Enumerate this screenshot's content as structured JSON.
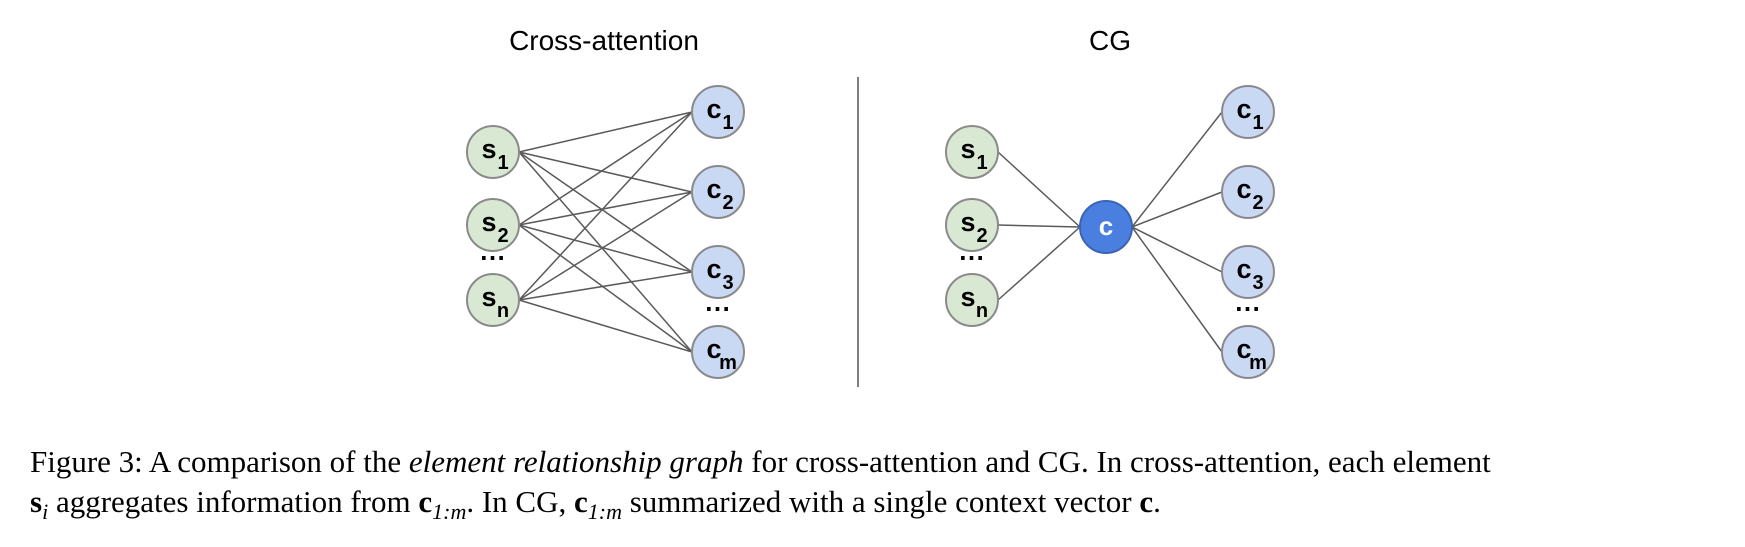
{
  "colors": {
    "source_node_fill": "#d9e8d2",
    "source_node_stroke": "#8a8a8a",
    "context_node_fill": "#c9d8f3",
    "context_node_stroke": "#8a8a8a",
    "central_node_fill": "#4a7fe0",
    "central_node_text": "#ffffff",
    "edge": "#5a5a5a",
    "divider": "#555555"
  },
  "left_panel": {
    "title": "Cross-attention",
    "source_nodes": [
      {
        "base": "s",
        "sub": "1"
      },
      {
        "base": "s",
        "sub": "2"
      },
      {
        "base": "s",
        "sub": "n"
      }
    ],
    "source_ellipsis": "⋯",
    "context_nodes": [
      {
        "base": "c",
        "sub": "1"
      },
      {
        "base": "c",
        "sub": "2"
      },
      {
        "base": "c",
        "sub": "3"
      },
      {
        "base": "c",
        "sub": "m"
      }
    ],
    "context_ellipsis": "⋯"
  },
  "right_panel": {
    "title": "CG",
    "source_nodes": [
      {
        "base": "s",
        "sub": "1"
      },
      {
        "base": "s",
        "sub": "2"
      },
      {
        "base": "s",
        "sub": "n"
      }
    ],
    "source_ellipsis": "⋯",
    "central_node": "c",
    "context_nodes": [
      {
        "base": "c",
        "sub": "1"
      },
      {
        "base": "c",
        "sub": "2"
      },
      {
        "base": "c",
        "sub": "3"
      },
      {
        "base": "c",
        "sub": "m"
      }
    ],
    "context_ellipsis": "⋯"
  },
  "caption": {
    "line1_prefix": "Figure 3: A comparison of the ",
    "line1_italic": "element relationship graph",
    "line1_suffix": " for cross-attention and CG. In cross-attention, each element",
    "line2_s": "s",
    "line2_s_sub": "i",
    "line2_part1": " aggregates information from ",
    "line2_c1": "c",
    "line2_c1_sub": "1:m",
    "line2_part2": ". In CG, ",
    "line2_c2": "c",
    "line2_c2_sub": "1:m",
    "line2_part3": " summarized with a single context vector ",
    "line2_c3": "c",
    "line2_end": "."
  }
}
